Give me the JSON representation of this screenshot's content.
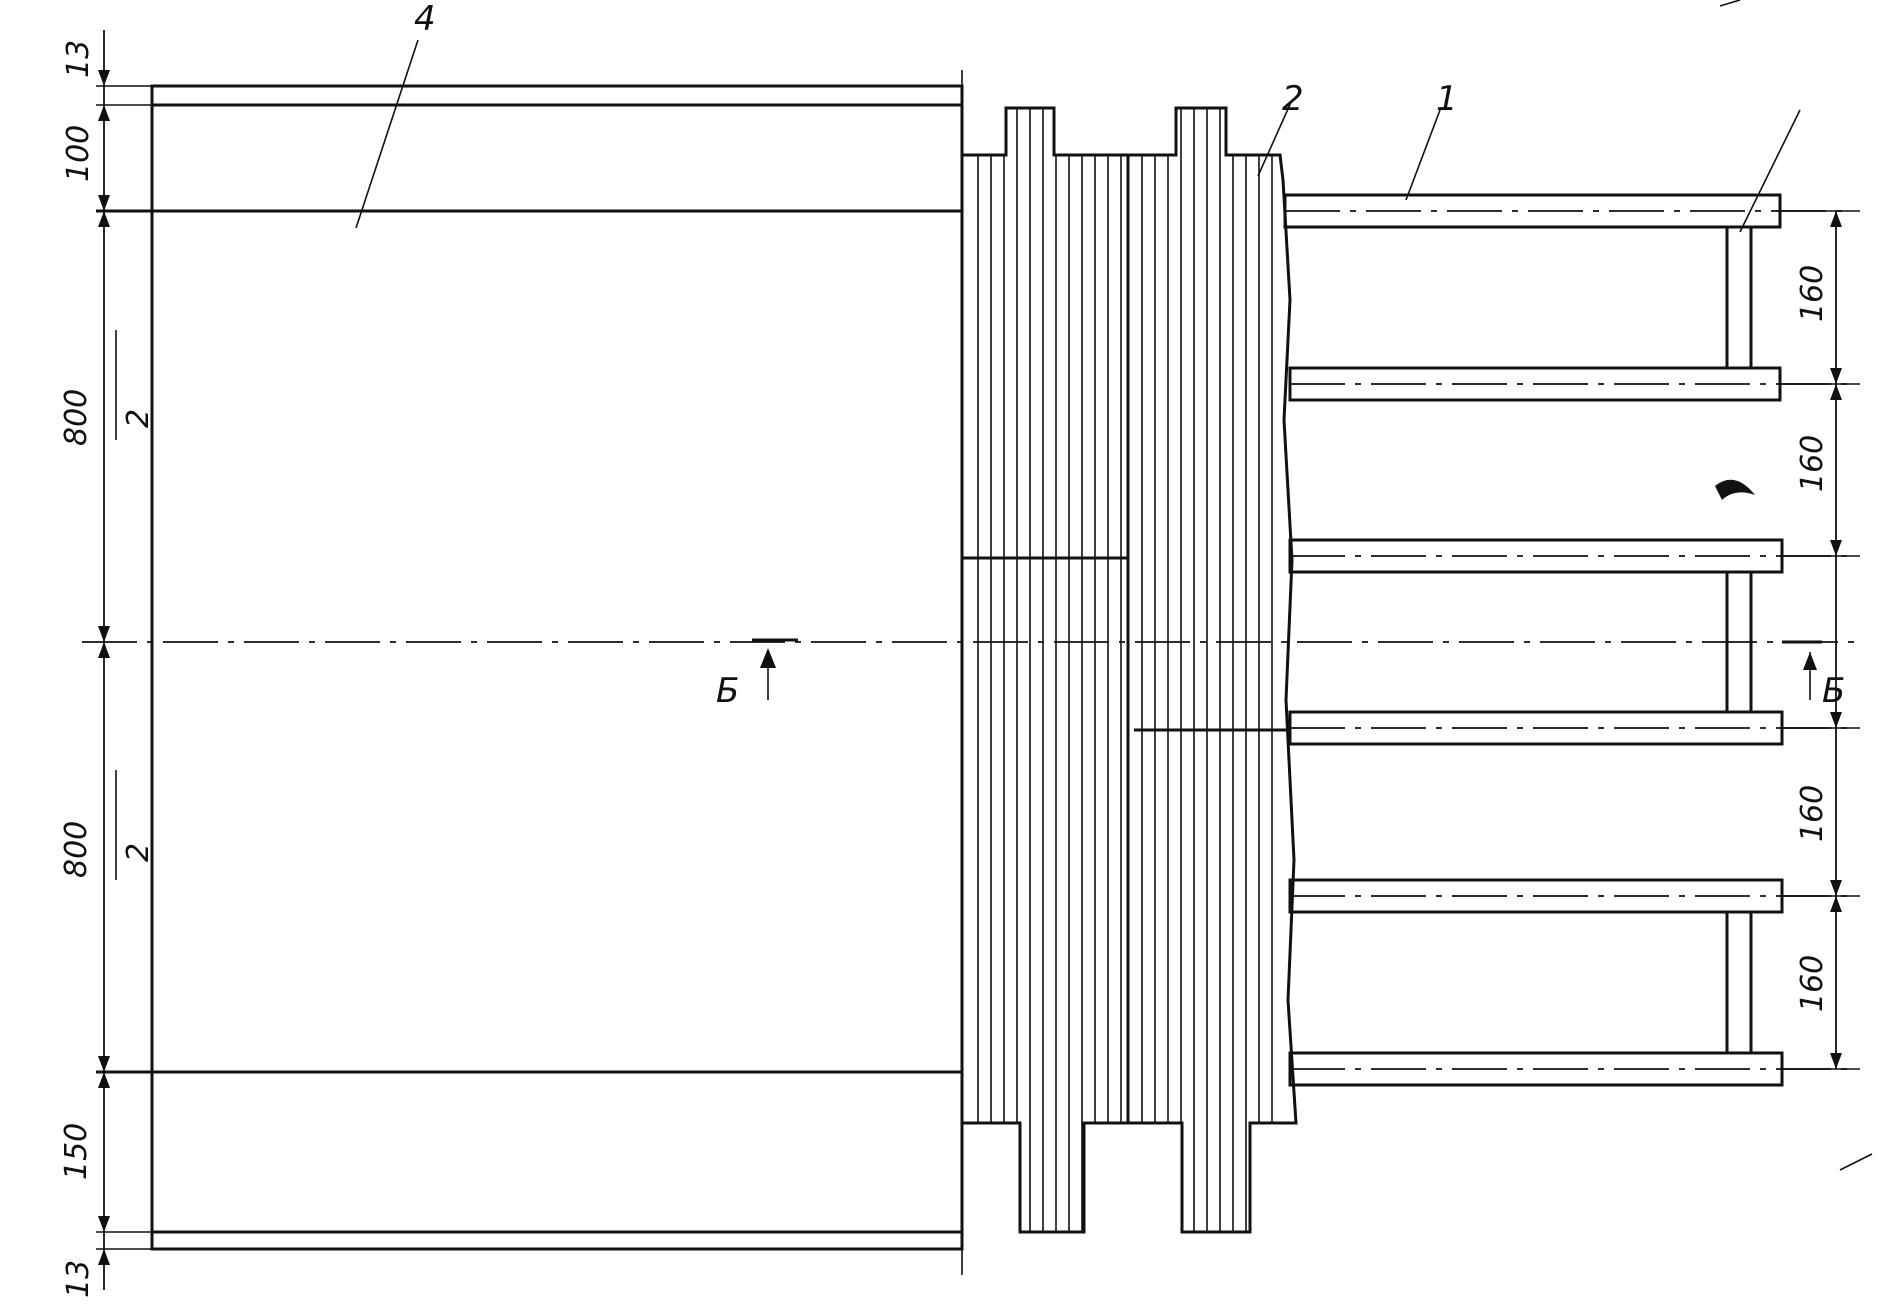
{
  "diagram": {
    "part_labels": [
      "4",
      "2",
      "1"
    ],
    "section_mark": "Б",
    "dimensions": {
      "left": [
        "13",
        "100",
        "800",
        "2",
        "800",
        "2",
        "150",
        "13"
      ],
      "right": [
        "160",
        "160",
        "160",
        "160"
      ]
    }
  }
}
